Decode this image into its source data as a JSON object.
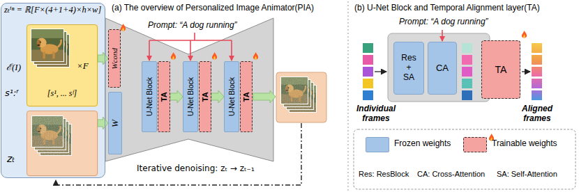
{
  "diagram": {
    "nodes": [
      {
        "text": [
          "zₜⁱⁿ = ℝ[F×(4+1+4)×h×w]"
        ]
      },
      {
        "text": [
          "ℰ(I)",
          "×F",
          "[s¹, ... sᶠ]"
        ],
        "in": 0
      },
      {
        "text": [
          "zₜ"
        ],
        "in": 0
      },
      {
        "text": [
          "Wcond"
        ]
      },
      {
        "text": [
          "W"
        ]
      },
      {
        "text": [
          "U-Net Block"
        ]
      },
      {
        "text": [
          "U-Net Block"
        ]
      },
      {
        "text": [
          "U-Net Block"
        ]
      },
      {
        "text": [
          "TA"
        ]
      },
      {
        "text": [
          "TA"
        ]
      },
      {
        "text": [
          "TA"
        ]
      },
      {
        "text": [
          "Res + SA"
        ]
      },
      {
        "text": [
          "CA"
        ]
      },
      {
        "text": [
          "TA"
        ]
      }
    ],
    "edges": [
      {
        "from": 1,
        "to": 3,
        "arrow": "to"
      },
      {
        "from": 2,
        "to": 4,
        "arrow": "to"
      },
      {
        "from": 8,
        "to": 6,
        "arrow": "to"
      },
      {
        "from": 9,
        "to": 7,
        "arrow": "to"
      }
    ],
    "labels": [
      "(a) The overview of Personalized Image Animator(PIA)",
      "s¹:ᶠ",
      "Prompt: “A dog running”",
      "Iterative denoising: zₜ → zₜ₋₁",
      "(b) U-Net Block and Temporal Alignment layer(TA)",
      "Prompt: “A dog running”",
      "Individual frames",
      "Aligned frames",
      "Res: ResBlock",
      "CA: Cross-Attention",
      "SA: Self-Attention"
    ],
    "legend": [
      {
        "text": "Frozen weights",
        "color": "#a4c4e8"
      },
      {
        "text": "Trainable weights",
        "color": "#f5a3a0"
      }
    ]
  }
}
